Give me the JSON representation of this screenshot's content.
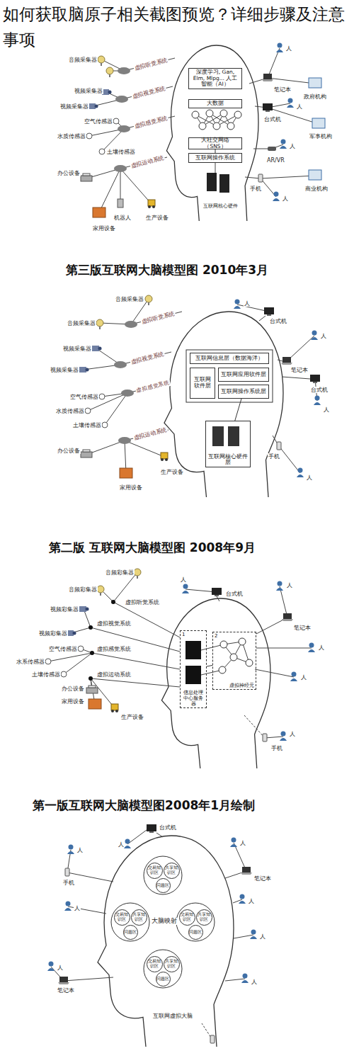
{
  "diagram": {
    "title": "如何获取脑原子相关截图预览？详细步骤及注意事项",
    "nodes": [
      {
        "text": [
          "深度学习, Gan, Elm, Mlpg... 人工智能（AI）"
        ]
      },
      {
        "text": [
          "大数据"
        ]
      },
      {
        "text": [
          "大社交网络（SNS）"
        ]
      },
      {
        "text": [
          "互联网操作系统"
        ]
      },
      {
        "text": [
          "互联网信息层（数据海洋）"
        ]
      },
      {
        "text": [
          "互联网软件层"
        ]
      },
      {
        "text": [
          "互联网应用软件层"
        ]
      },
      {
        "text": [
          "互联网操作系统层"
        ]
      },
      {
        "text": [
          "互联网核心硬件层"
        ]
      },
      {
        "text": [
          "1",
          "信息处理中心服务器"
        ]
      },
      {
        "text": [
          "2",
          "虚拟神经元"
        ]
      },
      {
        "text": [
          "交易知识区"
        ]
      },
      {
        "text": [
          "共享知识区"
        ]
      },
      {
        "text": [
          "问题区"
        ]
      },
      {
        "text": [
          "交易知识区"
        ]
      },
      {
        "text": [
          "共享知识区"
        ]
      },
      {
        "text": [
          "问题区"
        ]
      },
      {
        "text": [
          "交易知识区"
        ]
      },
      {
        "text": [
          "共享知识区"
        ]
      },
      {
        "text": [
          "问题区"
        ]
      },
      {
        "text": [
          "交易知识区"
        ]
      },
      {
        "text": [
          "共享知识区"
        ]
      },
      {
        "text": [
          "问题区"
        ]
      }
    ],
    "edges": [
      {
        "from": 2,
        "to": 3,
        "arrow": "none"
      },
      {
        "from": 7,
        "to": 8,
        "arrow": "none"
      },
      {
        "from": 9,
        "to": 10,
        "arrow": "none"
      }
    ],
    "labels": [
      "互联网核心硬件",
      "音频采集器",
      "视频采集器",
      "视频采集器",
      "空气传感器",
      "水质传感器",
      "土壤传感器",
      "办公设备",
      "机器人",
      "生产设备",
      "家用设备",
      "虚拟听觉系统",
      "虚拟视觉系统",
      "虚拟感觉系统",
      "虚拟运动系统",
      "人",
      "笔记本",
      "政府机构",
      "人",
      "台式机",
      "军事机构",
      "AR/VR",
      "人",
      "手机",
      "商业机构",
      "人",
      "第三版互联网大脑模型图 2010年3月",
      "音频采集器",
      "音频采集器",
      "视频采集器",
      "视频采集器",
      "空气传感器",
      "水质传感器",
      "土壤传感器",
      "办公设备",
      "生产设备",
      "家用设备",
      "虚拟听觉系统",
      "虚拟视觉系统",
      "虚拟感觉系统",
      "虚拟运动系统",
      "人",
      "台式机",
      "人",
      "笔记本",
      "台式机",
      "人",
      "手机",
      "人",
      "第二版 互联网大脑模型图 2008年9月",
      "音频彩集器",
      "音频彩集器",
      "视频彩集器",
      "视频彩集器",
      "空气传感器",
      "水系传感器",
      "土壤传感器",
      "办公设备",
      "家用设备",
      "生产设备",
      "虚拟听觉系统",
      "虚拟视觉系统",
      "虚拟感觉系统",
      "虚拟运动系统",
      "人",
      "台式机",
      "人",
      "笔记本",
      "人",
      "人",
      "手机",
      "人",
      "第一版互联网大脑模型图2008年1月绘制",
      "台式机",
      "手机",
      "笔记本",
      "笔记本",
      "大脑映射",
      "互联网虚拟大脑",
      "人",
      "人",
      "人",
      "人",
      "人",
      "人",
      "人",
      "人"
    ]
  }
}
